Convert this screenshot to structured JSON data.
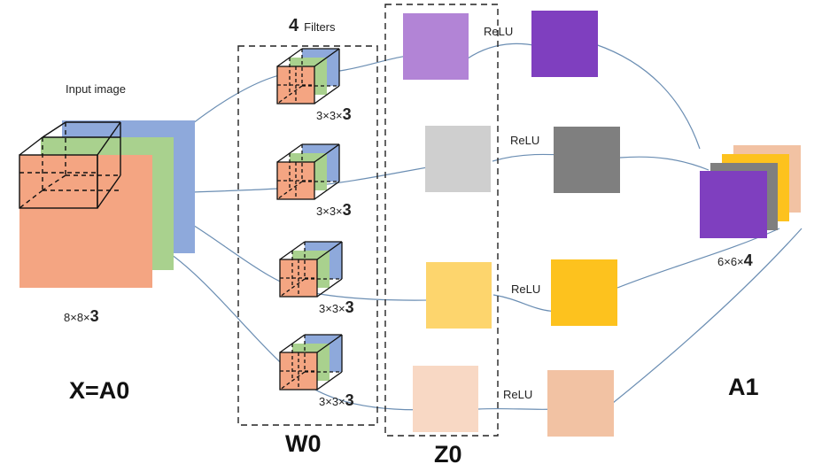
{
  "input": {
    "caption": "Input image",
    "dims_prefix": "8×8×",
    "dims_channels": "3",
    "name": "X=A0",
    "layer_colors": [
      "#8EA9DB",
      "#A9D18E",
      "#F4A582"
    ]
  },
  "filters": {
    "count": "4",
    "header": "Filters",
    "group_label": "W0",
    "items": [
      {
        "dims_prefix": "3×3×",
        "dims_channels": "3"
      },
      {
        "dims_prefix": "3×3×",
        "dims_channels": "3"
      },
      {
        "dims_prefix": "3×3×",
        "dims_channels": "3"
      },
      {
        "dims_prefix": "3×3×",
        "dims_channels": "3"
      }
    ]
  },
  "z0": {
    "group_label": "Z0",
    "colors": [
      "#B284D6",
      "#CFCFCF",
      "#FDD56D",
      "#F8D8C4"
    ]
  },
  "activation": {
    "label": "ReLU",
    "colors": [
      "#7F3FBF",
      "#7F7F7F",
      "#FDC21E",
      "#F2C2A3"
    ]
  },
  "output": {
    "name": "A1",
    "dims_prefix": "6×6×",
    "dims_channels": "4"
  }
}
